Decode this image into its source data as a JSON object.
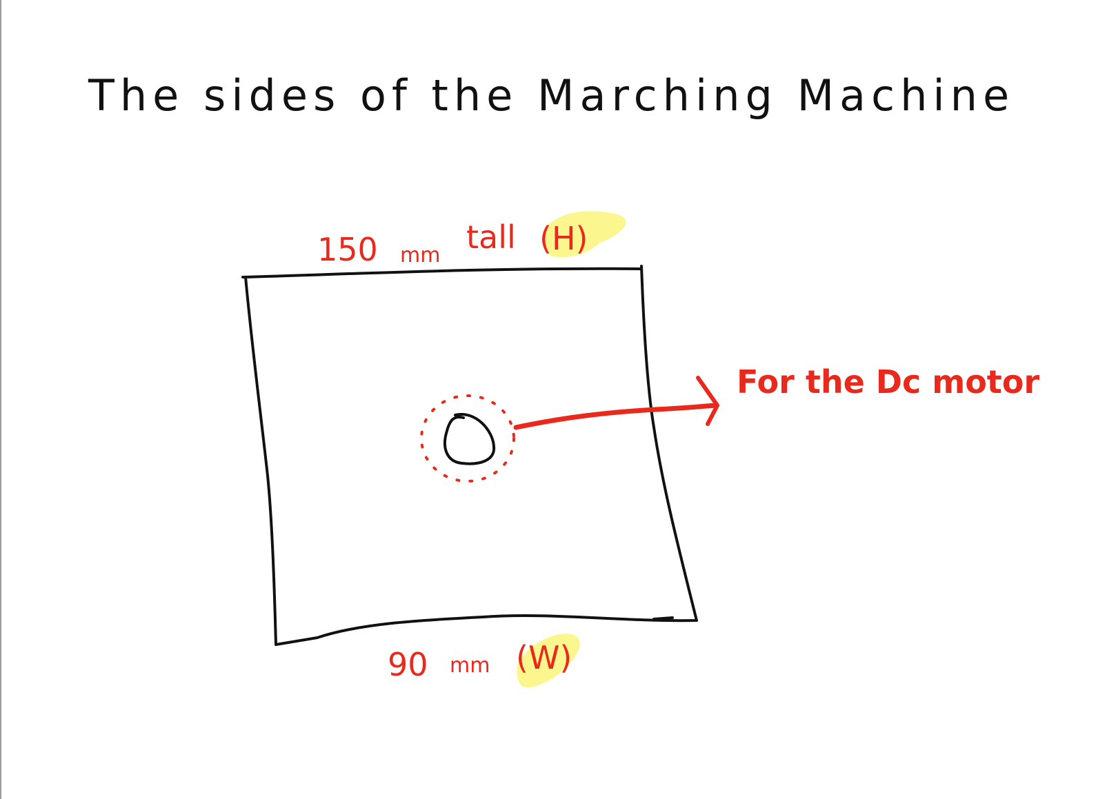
{
  "title": "The sides of the Marching Machine",
  "height_label": {
    "value": "150",
    "unit": "mm",
    "word": "tall",
    "symbol": "(H)"
  },
  "width_label": {
    "value": "90",
    "unit": "mm",
    "symbol": "(W)"
  },
  "hole_callout": "For the Dc motor",
  "colors": {
    "ink": "#111111",
    "annotation": "#e8291c",
    "highlight": "#fbf57a"
  }
}
